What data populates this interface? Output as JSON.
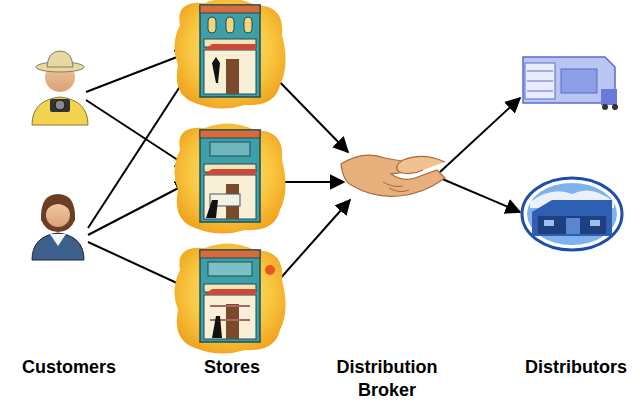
{
  "diagram": {
    "labels": [
      "Customers",
      "Stores",
      "Distribution Broker",
      "Distributors"
    ]
  }
}
